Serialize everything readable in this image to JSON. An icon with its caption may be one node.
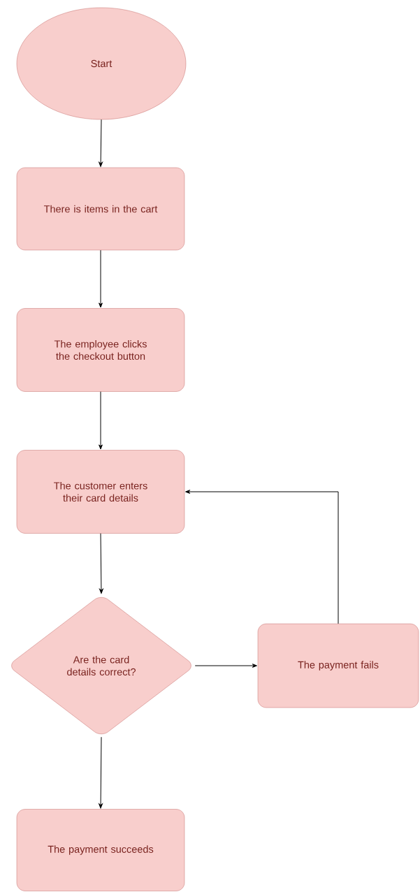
{
  "diagram": {
    "nodes": [
      {
        "text": [
          "Start"
        ]
      },
      {
        "text": [
          "There is items in the cart"
        ]
      },
      {
        "text": [
          "The employee clicks the checkout button"
        ]
      },
      {
        "text": [
          "The customer enters their card details"
        ]
      },
      {
        "text": [
          "Are the card details correct?"
        ]
      },
      {
        "text": [
          "The payment fails"
        ]
      },
      {
        "text": [
          "The payment succeeds"
        ]
      }
    ],
    "edges": [
      {
        "from": 0,
        "to": 1,
        "arrow": "to"
      },
      {
        "from": 1,
        "to": 2,
        "arrow": "to"
      },
      {
        "from": 2,
        "to": 3,
        "arrow": "to"
      },
      {
        "from": 3,
        "to": 4,
        "arrow": "to"
      },
      {
        "from": 4,
        "to": 5,
        "arrow": "to"
      },
      {
        "from": 5,
        "to": 3,
        "arrow": "to"
      },
      {
        "from": 4,
        "to": 6,
        "arrow": "to"
      }
    ]
  }
}
